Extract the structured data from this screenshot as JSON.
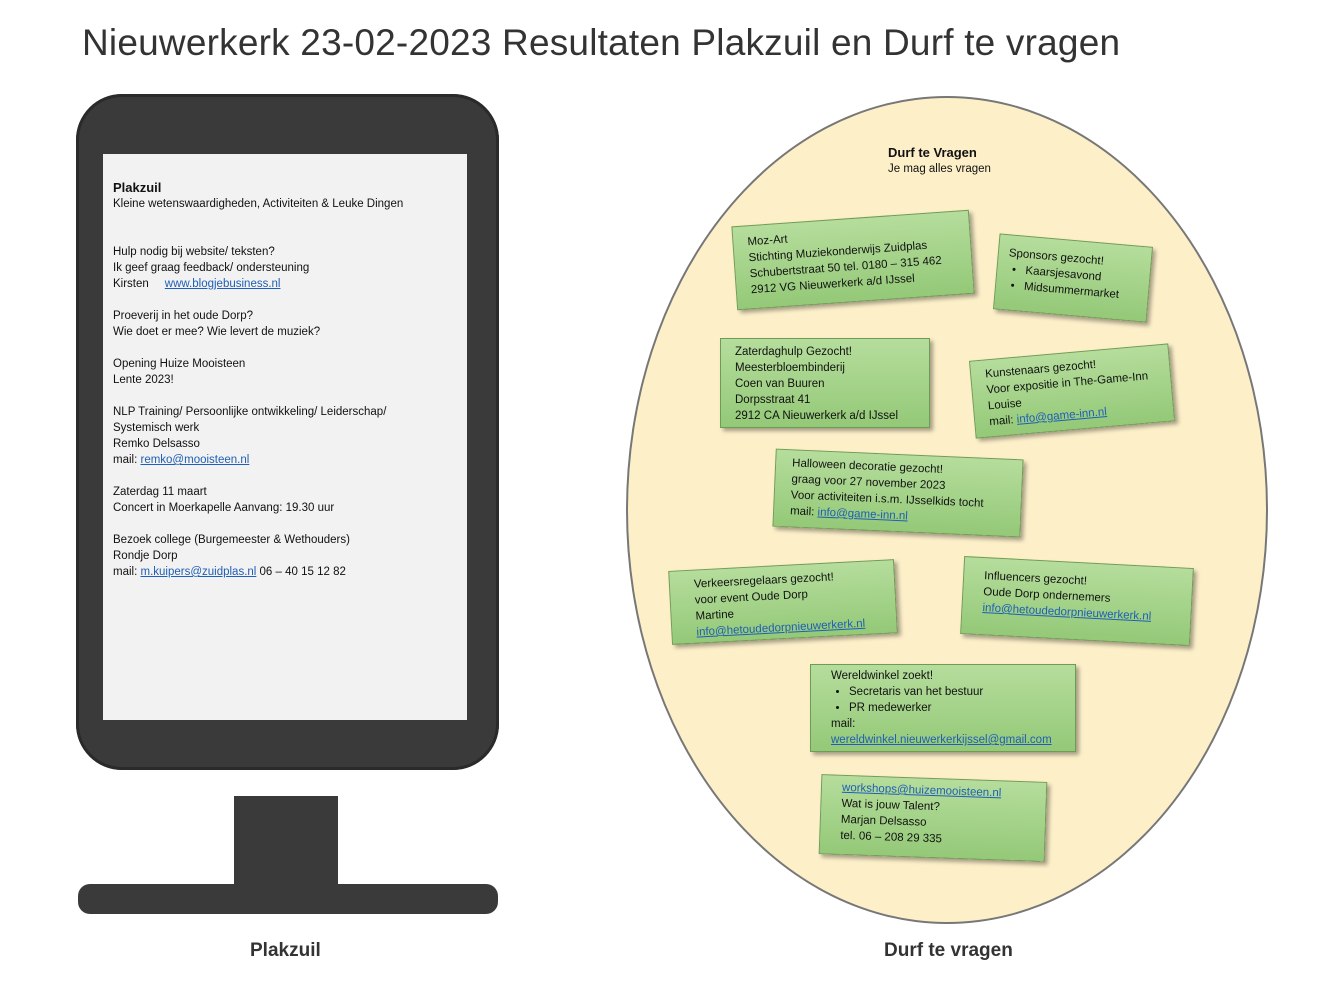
{
  "title": "Nieuwerkerk 23-02-2023 Resultaten Plakzuil en Durf te vragen",
  "colors": {
    "device": "#3a3a3a",
    "screen": "#f2f2f2",
    "ellipse": "#fdf0c9",
    "note": "#a8d48c",
    "link": "#1f5fb5"
  },
  "plakzuil": {
    "heading": "Plakzuil",
    "subheading": "Kleine wetenswaardigheden,  Activiteiten & Leuke  Dingen",
    "b1_l1": "Hulp nodig bij website/ teksten?",
    "b1_l2": "Ik geef  graag feedback/ ondersteuning",
    "b1_name": "Kirsten",
    "b1_link": "www.blogjebusiness.nl",
    "b2_l1": "Proeverij in het oude Dorp?",
    "b2_l2": "Wie doet  er mee?  Wie levert de muziek?",
    "b3_l1": "Opening Huize Mooisteen",
    "b3_l2": "Lente  2023!",
    "b4_l1": "NLP Training/ Persoonlijke ontwikkeling/ Leiderschap/",
    "b4_l2": "Systemisch werk",
    "b4_l3": "Remko Delsasso",
    "b4_mail_label": "mail: ",
    "b4_link": "remko@mooisteen.nl",
    "b5_l1": "Zaterdag 11 maart",
    "b5_l2": "Concert  in Moerkapelle  Aanvang: 19.30 uur",
    "b6_l1": "Bezoek  college (Burgemeester  & Wethouders)",
    "b6_l2": "Rondje Dorp",
    "b6_mail_label": "mail: ",
    "b6_link": "m.kuipers@zuidplas.nl",
    "b6_phone": " 06 – 40 15 12 82"
  },
  "durf": {
    "title": "Durf te Vragen",
    "subtitle": "Je mag alles vragen",
    "n1": [
      "Moz-Art",
      "Stichting Muziekonderwijs Zuidplas",
      "Schubertstraat 50  tel. 0180 – 315 462",
      "2912 VG Nieuwerkerk  a/d IJssel"
    ],
    "n2_head": "Sponsors gezocht!",
    "n2_items": [
      "Kaarsjesavond",
      "Midsummermarket"
    ],
    "n3": [
      "Zaterdaghulp Gezocht!",
      "Meesterbloembinderij",
      "Coen van Buuren",
      "Dorpsstraat 41",
      "2912 CA Nieuwerkerk  a/d IJssel"
    ],
    "n4": [
      "Kunstenaars gezocht!",
      "Voor expositie in The-Game-Inn",
      "Louise"
    ],
    "n4_mail_label": "mail: ",
    "n4_link": "info@game-inn.nl",
    "n5": [
      "Halloween decoratie gezocht!",
      "graag voor 27 november  2023",
      "Voor activiteiten i.s.m. IJsselkids tocht"
    ],
    "n5_mail_label": "mail: ",
    "n5_link": "info@game-inn.nl",
    "n6": [
      "Verkeersregelaars gezocht!",
      "voor event Oude Dorp",
      "Martine"
    ],
    "n6_link": "info@hetoudedorpnieuwerkerk.nl",
    "n7": [
      "Influencers gezocht!",
      "Oude Dorp ondernemers"
    ],
    "n7_link": "info@hetoudedorpnieuwerkerk.nl",
    "n8_head": "Wereldwinkel zoekt!",
    "n8_items": [
      "Secretaris van het bestuur",
      "PR medewerker"
    ],
    "n8_mail_label": "mail:",
    "n8_link": "wereldwinkel.nieuwerkerkijssel@gmail.com",
    "n9_link": "workshops@huizemooisteen.nl",
    "n9": [
      "Wat is jouw Talent?",
      "Marjan Delsasso",
      "tel. 06 – 208 29 335"
    ]
  },
  "captions": {
    "left": "Plakzuil",
    "right": "Durf te vragen"
  }
}
